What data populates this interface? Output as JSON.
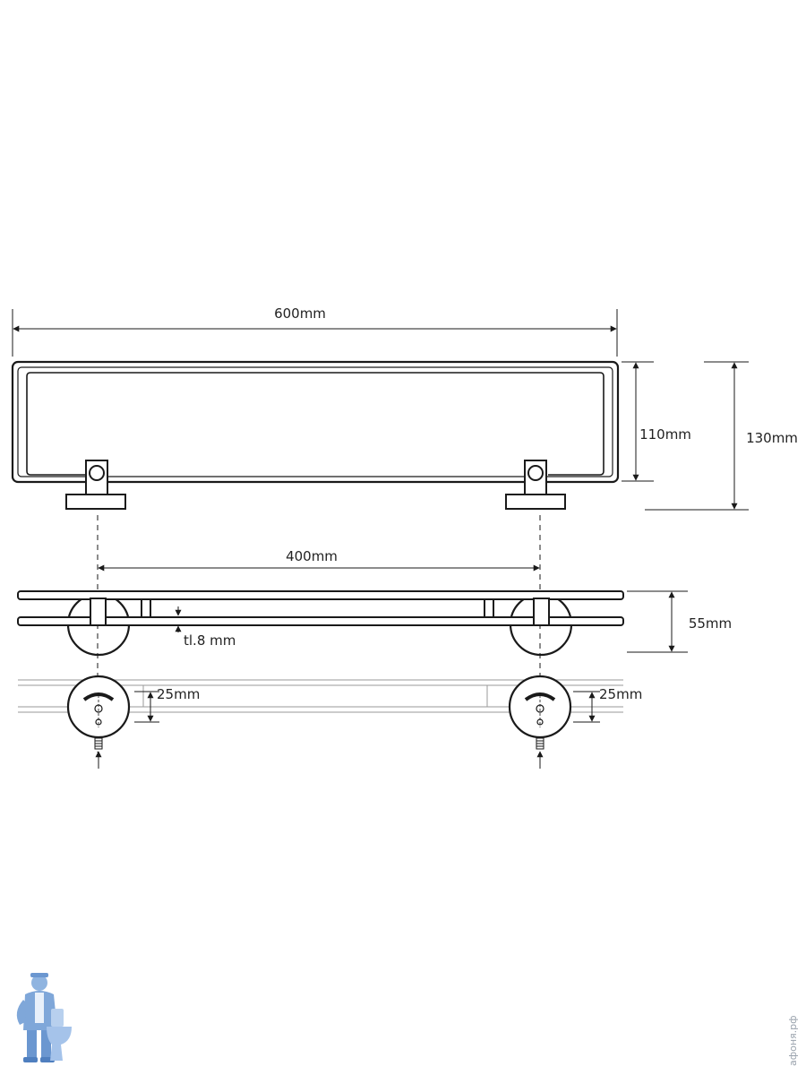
{
  "dimensions": {
    "overall_width": "600mm",
    "inner_height": "110mm",
    "total_height": "130mm",
    "mount_spacing": "400mm",
    "glass_thickness": "tl.8 mm",
    "depth": "55mm",
    "rosette_offset_left": "25mm",
    "rosette_offset_right": "25mm"
  },
  "watermark": {
    "site": "афоня.рф",
    "logo_icon": "plumber-with-toilet-logo"
  },
  "colors": {
    "line": "#1a1a1a",
    "light_line": "#9a9a9a",
    "logo": "#7fa7d9"
  }
}
